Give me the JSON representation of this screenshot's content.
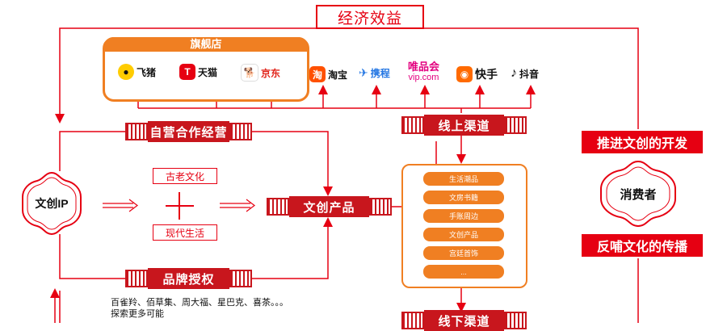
{
  "title": "经济效益",
  "flagship": {
    "title": "旗舰店",
    "stores": [
      {
        "label": "飞猪",
        "icon": "fliggy-icon",
        "color": "#ffcc00"
      },
      {
        "label": "天猫",
        "icon": "tmall-icon",
        "color": "#e60012"
      },
      {
        "label": "京东",
        "icon": "jd-icon",
        "color": "#e1251b"
      }
    ]
  },
  "platforms": [
    {
      "label": "淘宝",
      "icon": "taobao-icon",
      "color": "#ff5000"
    },
    {
      "label": "携程",
      "icon": "ctrip-icon",
      "color": "#2577e3"
    },
    {
      "label": "唯品会",
      "sub": "vip.com",
      "icon": "vip-icon",
      "color": "#e3007f"
    },
    {
      "label": "快手",
      "icon": "kuaishou-icon",
      "color": "#ff6a00"
    },
    {
      "label": "抖音",
      "icon": "douyin-icon",
      "color": "#111111"
    }
  ],
  "nodes": {
    "ip": "文创IP",
    "self_operated": "自营合作经营",
    "brand_license": "品牌授权",
    "culture": "古老文化",
    "life": "现代生活",
    "product": "文创产品",
    "online": "线上渠道",
    "offline_label": "线下渠道",
    "consumer": "消费者",
    "promote": "推进文创的开发",
    "feedback": "反哺文化的传播"
  },
  "offline_items": [
    "生活潮品",
    "文房书籍",
    "手账周边",
    "文创产品",
    "宫廷首饰",
    "..."
  ],
  "note": {
    "line1": "百雀羚、佰草集、周大福、星巴克、喜茶。。。",
    "line2": "探索更多可能"
  },
  "colors": {
    "red": "#e60012",
    "orange": "#f07f22",
    "banner": "#c8161d"
  }
}
